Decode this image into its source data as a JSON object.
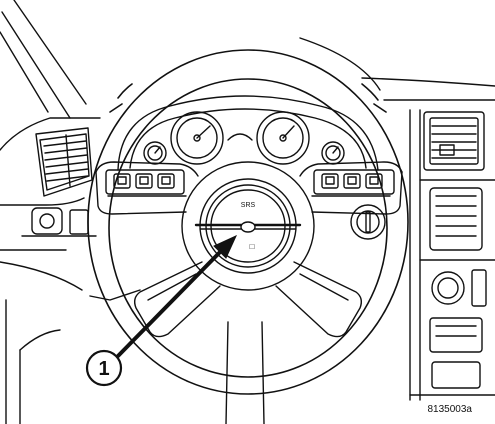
{
  "callout": {
    "number": "1"
  },
  "hub": {
    "upper_mark": "SRS",
    "lower_mark": "□"
  },
  "figure_code": "8135003a",
  "colors": {
    "ink": "#111111",
    "paper": "#ffffff"
  }
}
